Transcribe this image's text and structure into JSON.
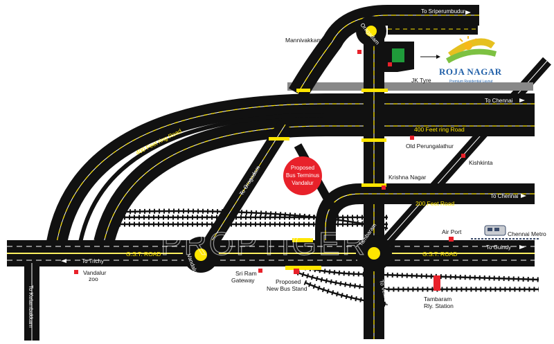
{
  "brand": {
    "name": "ROJA NAGAR",
    "tagline": "Premium  Residential  Layout",
    "name_color": "#1f5fa8",
    "tagline_color": "#1f5fa8"
  },
  "colors": {
    "road": "#111111",
    "road_edge": "#ffffff",
    "centerline": "#ffe600",
    "landmark": "#e8212a",
    "site": "#1f9b3a",
    "bus_terminus": "#e8212a",
    "gray_road": "#8a8a8a"
  },
  "roads": {
    "sriperumbudur": "To Sriperumbudur",
    "oragadam_top": "Oragadam",
    "chennai_top": "To Chennai",
    "ring_label_left": "400 Feet ring Road",
    "ring_label_right": "400 Feet ring Road",
    "chennai_200": "To Chennai",
    "road_200": "200 Feet Road",
    "to_oragadam": "To Oragadam",
    "gst_left": "G.S.T. ROAD",
    "gst_right": "G.S.T. ROAD",
    "to_trichy": "To Trichy",
    "to_guindy": "To Guindy",
    "vandalur_circle": "Vandalur",
    "tambaram_circle": "Tambaram",
    "to_velachery": "To Velachery",
    "to_kelambakkam": "To Kelambakkam"
  },
  "places": {
    "mannivakkam": "Mannivakkam",
    "jk_tyre": "JK Tyre",
    "old_perungalathur": "Old Perungalathur",
    "kishkinta": "Kishkinta",
    "krishna_nagar": "Krishna Nagar",
    "air_port": "Air Port",
    "chennai_metro": "Chennai Metro",
    "vandalur_zoo_1": "Vandalur",
    "vandalur_zoo_2": "zoo",
    "sri_ram_1": "Sri Ram",
    "sri_ram_2": "Gateway",
    "new_bus_1": "Proposed",
    "new_bus_2": "New Bus Stand",
    "tambaram_rly_1": "Tambaram",
    "tambaram_rly_2": "Rly. Station"
  },
  "bus_terminus": {
    "line1": "Proposed",
    "line2": "Bus Terminus",
    "line3": "Vandalur"
  },
  "watermark": "PROPTIGER",
  "icons": [
    "sun-logo-icon",
    "train-icon",
    "arrow-icon"
  ]
}
